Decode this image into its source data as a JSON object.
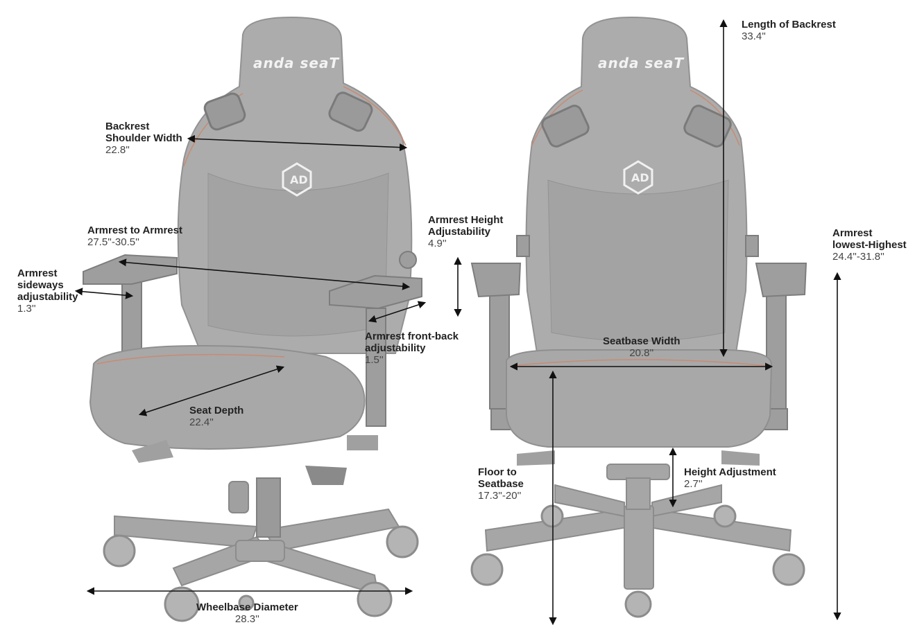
{
  "brand": "anda seaT",
  "colors": {
    "chair_gray": "#a9a9a9",
    "chair_dark": "#8f8f8f",
    "chair_light": "#bdbdbd",
    "stitch": "#c98a72",
    "arrow": "#111111"
  },
  "measurements": {
    "backrest_shoulder_width": {
      "title_line1": "Backrest",
      "title_line2": "Shoulder Width",
      "value": "22.8''"
    },
    "armrest_to_armrest": {
      "title": "Armrest to Armrest",
      "value": "27.5''-30.5''"
    },
    "armrest_sideways": {
      "title_line1": "Armrest",
      "title_line2": "sideways",
      "title_line3": "adjustability",
      "value": "1.3''"
    },
    "armrest_height_adj": {
      "title_line1": "Armrest Height",
      "title_line2": "Adjustability",
      "value": "4.9''"
    },
    "armrest_front_back": {
      "title_line1": "Armrest front-back",
      "title_line2": "adjustability",
      "value": "1.5''"
    },
    "seat_depth": {
      "title": "Seat Depth",
      "value": "22.4''"
    },
    "wheelbase_diameter": {
      "title": "Wheelbase Diameter",
      "value": "28.3''"
    },
    "length_of_backrest": {
      "title": "Length of Backrest",
      "value": "33.4''"
    },
    "armrest_lowest_highest": {
      "title_line1": "Armrest",
      "title_line2": "lowest-Highest",
      "value": "24.4''-31.8''"
    },
    "seatbase_width": {
      "title": "Seatbase Width",
      "value": "20.8''"
    },
    "floor_to_seatbase": {
      "title_line1": "Floor to",
      "title_line2": "Seatbase",
      "value": "17.3''-20''"
    },
    "height_adjustment": {
      "title": "Height Adjustment",
      "value": "2.7''"
    }
  }
}
